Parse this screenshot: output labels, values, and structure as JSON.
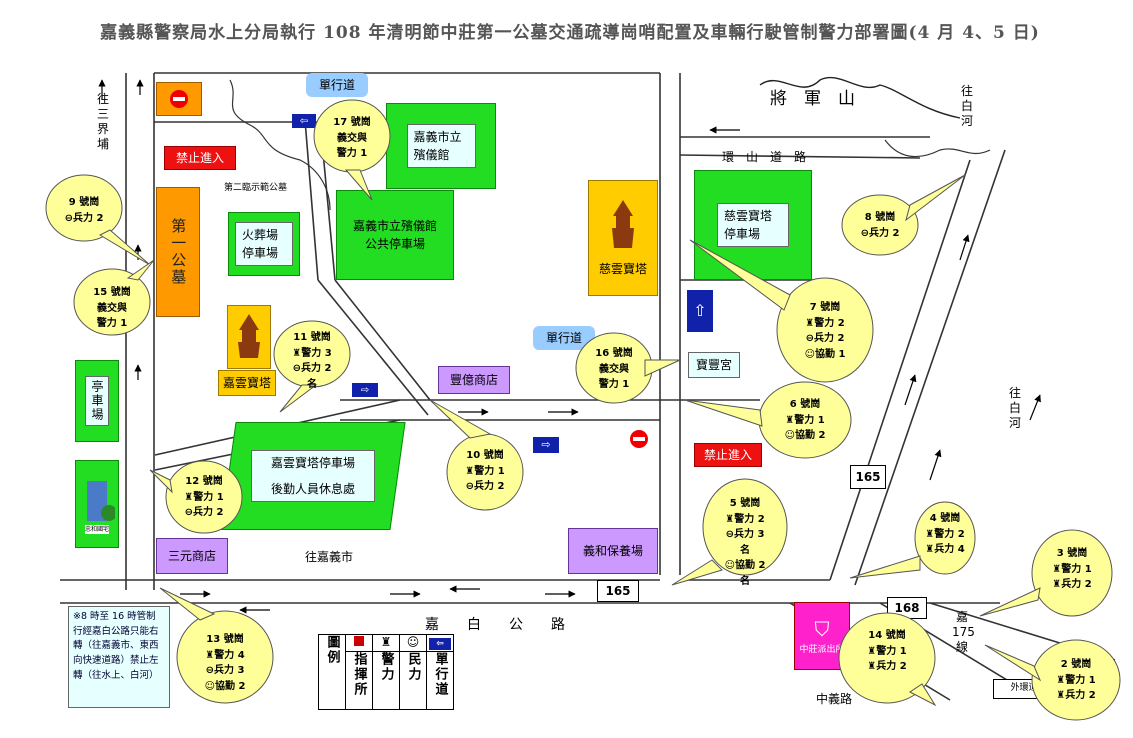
{
  "title": "嘉義縣警察局水上分局執行 108 年清明節中莊第一公墓交通疏導崗哨配置及車輛行駛管制警力部署圖(4 月 4、5 日)",
  "directions": {
    "to_sanjiepu": "往三界埔",
    "to_baihe_top": "往白河",
    "to_baihe_right": "往白河",
    "to_chiayi_city": "往嘉義市"
  },
  "places": {
    "cemetery": "第一公墓",
    "no_entry_top": "禁止進入",
    "no_entry_mid": "禁止進入",
    "one_way_top": "單行道",
    "one_way_mid": "單行道",
    "funeral_hall": "嘉義市立殯儀館",
    "funeral_parking": "嘉義市立殯儀館公共停車場",
    "cremation_parking": "火葬場停車場",
    "temp_park": "第二臨示範公墓",
    "jiayun_tower": "嘉雲寶塔",
    "jiayun_parking": "嘉雲寶塔停車場",
    "logistics_rest": "後勤人員休息處",
    "ciyun_tower": "慈雲寶塔",
    "ciyun_parking": "慈雲寶塔停車場",
    "baofeng_temple": "寶豐宮",
    "fengyi_store": "豐億商店",
    "yihebao_farm": "義和保養場",
    "sanyuan_store": "三元商店",
    "pavilion_parking": "亭車場",
    "park_label": "忠和國宅",
    "jiangjun_mountain": "將　軍　山",
    "huanshan_road": "環　山　道　路",
    "jiabai_road": "嘉　　白　　公　　路",
    "zhongyi_road": "中義路",
    "route_165_a": "165",
    "route_165_b": "165",
    "route_168": "168",
    "jia175": "嘉\n175\n線",
    "police_post": "中莊派出所",
    "waibalan": "外環道"
  },
  "posts": [
    {
      "id": "p9",
      "title": "9 號崗",
      "lines": [
        "⊖兵力 2"
      ]
    },
    {
      "id": "p15",
      "title": "15 號崗",
      "lines": [
        "義交與",
        "警力 1"
      ]
    },
    {
      "id": "p17",
      "title": "17 號崗",
      "lines": [
        "義交與",
        "警力 1"
      ]
    },
    {
      "id": "p11",
      "title": "11 號崗",
      "lines": [
        "♜警力 3",
        "⊖兵力 2 名"
      ]
    },
    {
      "id": "p16",
      "title": "16 號崗",
      "lines": [
        "義交與",
        "警力 1"
      ]
    },
    {
      "id": "p10",
      "title": "10 號崗",
      "lines": [
        "♜警力 1",
        "⊖兵力 2"
      ]
    },
    {
      "id": "p12",
      "title": "12 號崗",
      "lines": [
        "♜警力 1",
        "⊖兵力 2"
      ]
    },
    {
      "id": "p13",
      "title": "13 號崗",
      "lines": [
        "♜警力 4",
        "⊖兵力 3",
        "☺協勤 2"
      ]
    },
    {
      "id": "p8",
      "title": "8 號崗",
      "lines": [
        "⊖兵力 2"
      ]
    },
    {
      "id": "p7",
      "title": "7 號崗",
      "lines": [
        "♜警力 2",
        "⊖兵力 2",
        "☺協勤 1"
      ]
    },
    {
      "id": "p6",
      "title": "6 號崗",
      "lines": [
        "♜警力 1",
        "☺協勤 2"
      ]
    },
    {
      "id": "p5",
      "title": "5 號崗",
      "lines": [
        "♜警力 2",
        "⊖兵力 3 名",
        "☺協勤 2 名"
      ]
    },
    {
      "id": "p4",
      "title": "4 號崗",
      "lines": [
        "♜警力 2",
        "♜兵力 4"
      ]
    },
    {
      "id": "p3",
      "title": "3 號崗",
      "lines": [
        "♜警力 1",
        "♜兵力 2"
      ]
    },
    {
      "id": "p14",
      "title": "14 號崗",
      "lines": [
        "♜警力 1",
        "♜兵力 2"
      ]
    },
    {
      "id": "p2",
      "title": "2 號崗",
      "lines": [
        "♜警力 1",
        "♜兵力 2"
      ]
    }
  ],
  "legend": {
    "label": "圖例",
    "items": [
      "指揮所",
      "警力",
      "民力",
      "單行道"
    ]
  },
  "note": "※8 時至 16 時管制行經嘉白公路只能右轉（往嘉義市、東西向快速道路）禁止左轉（往水上、白河）",
  "colors": {
    "green": "#22dd22",
    "bubble": "#ffff99",
    "red": "#ee1111",
    "orange": "#ff9900",
    "purple": "#cc99ff",
    "cyan": "#e6ffff",
    "blue": "#1122aa"
  }
}
